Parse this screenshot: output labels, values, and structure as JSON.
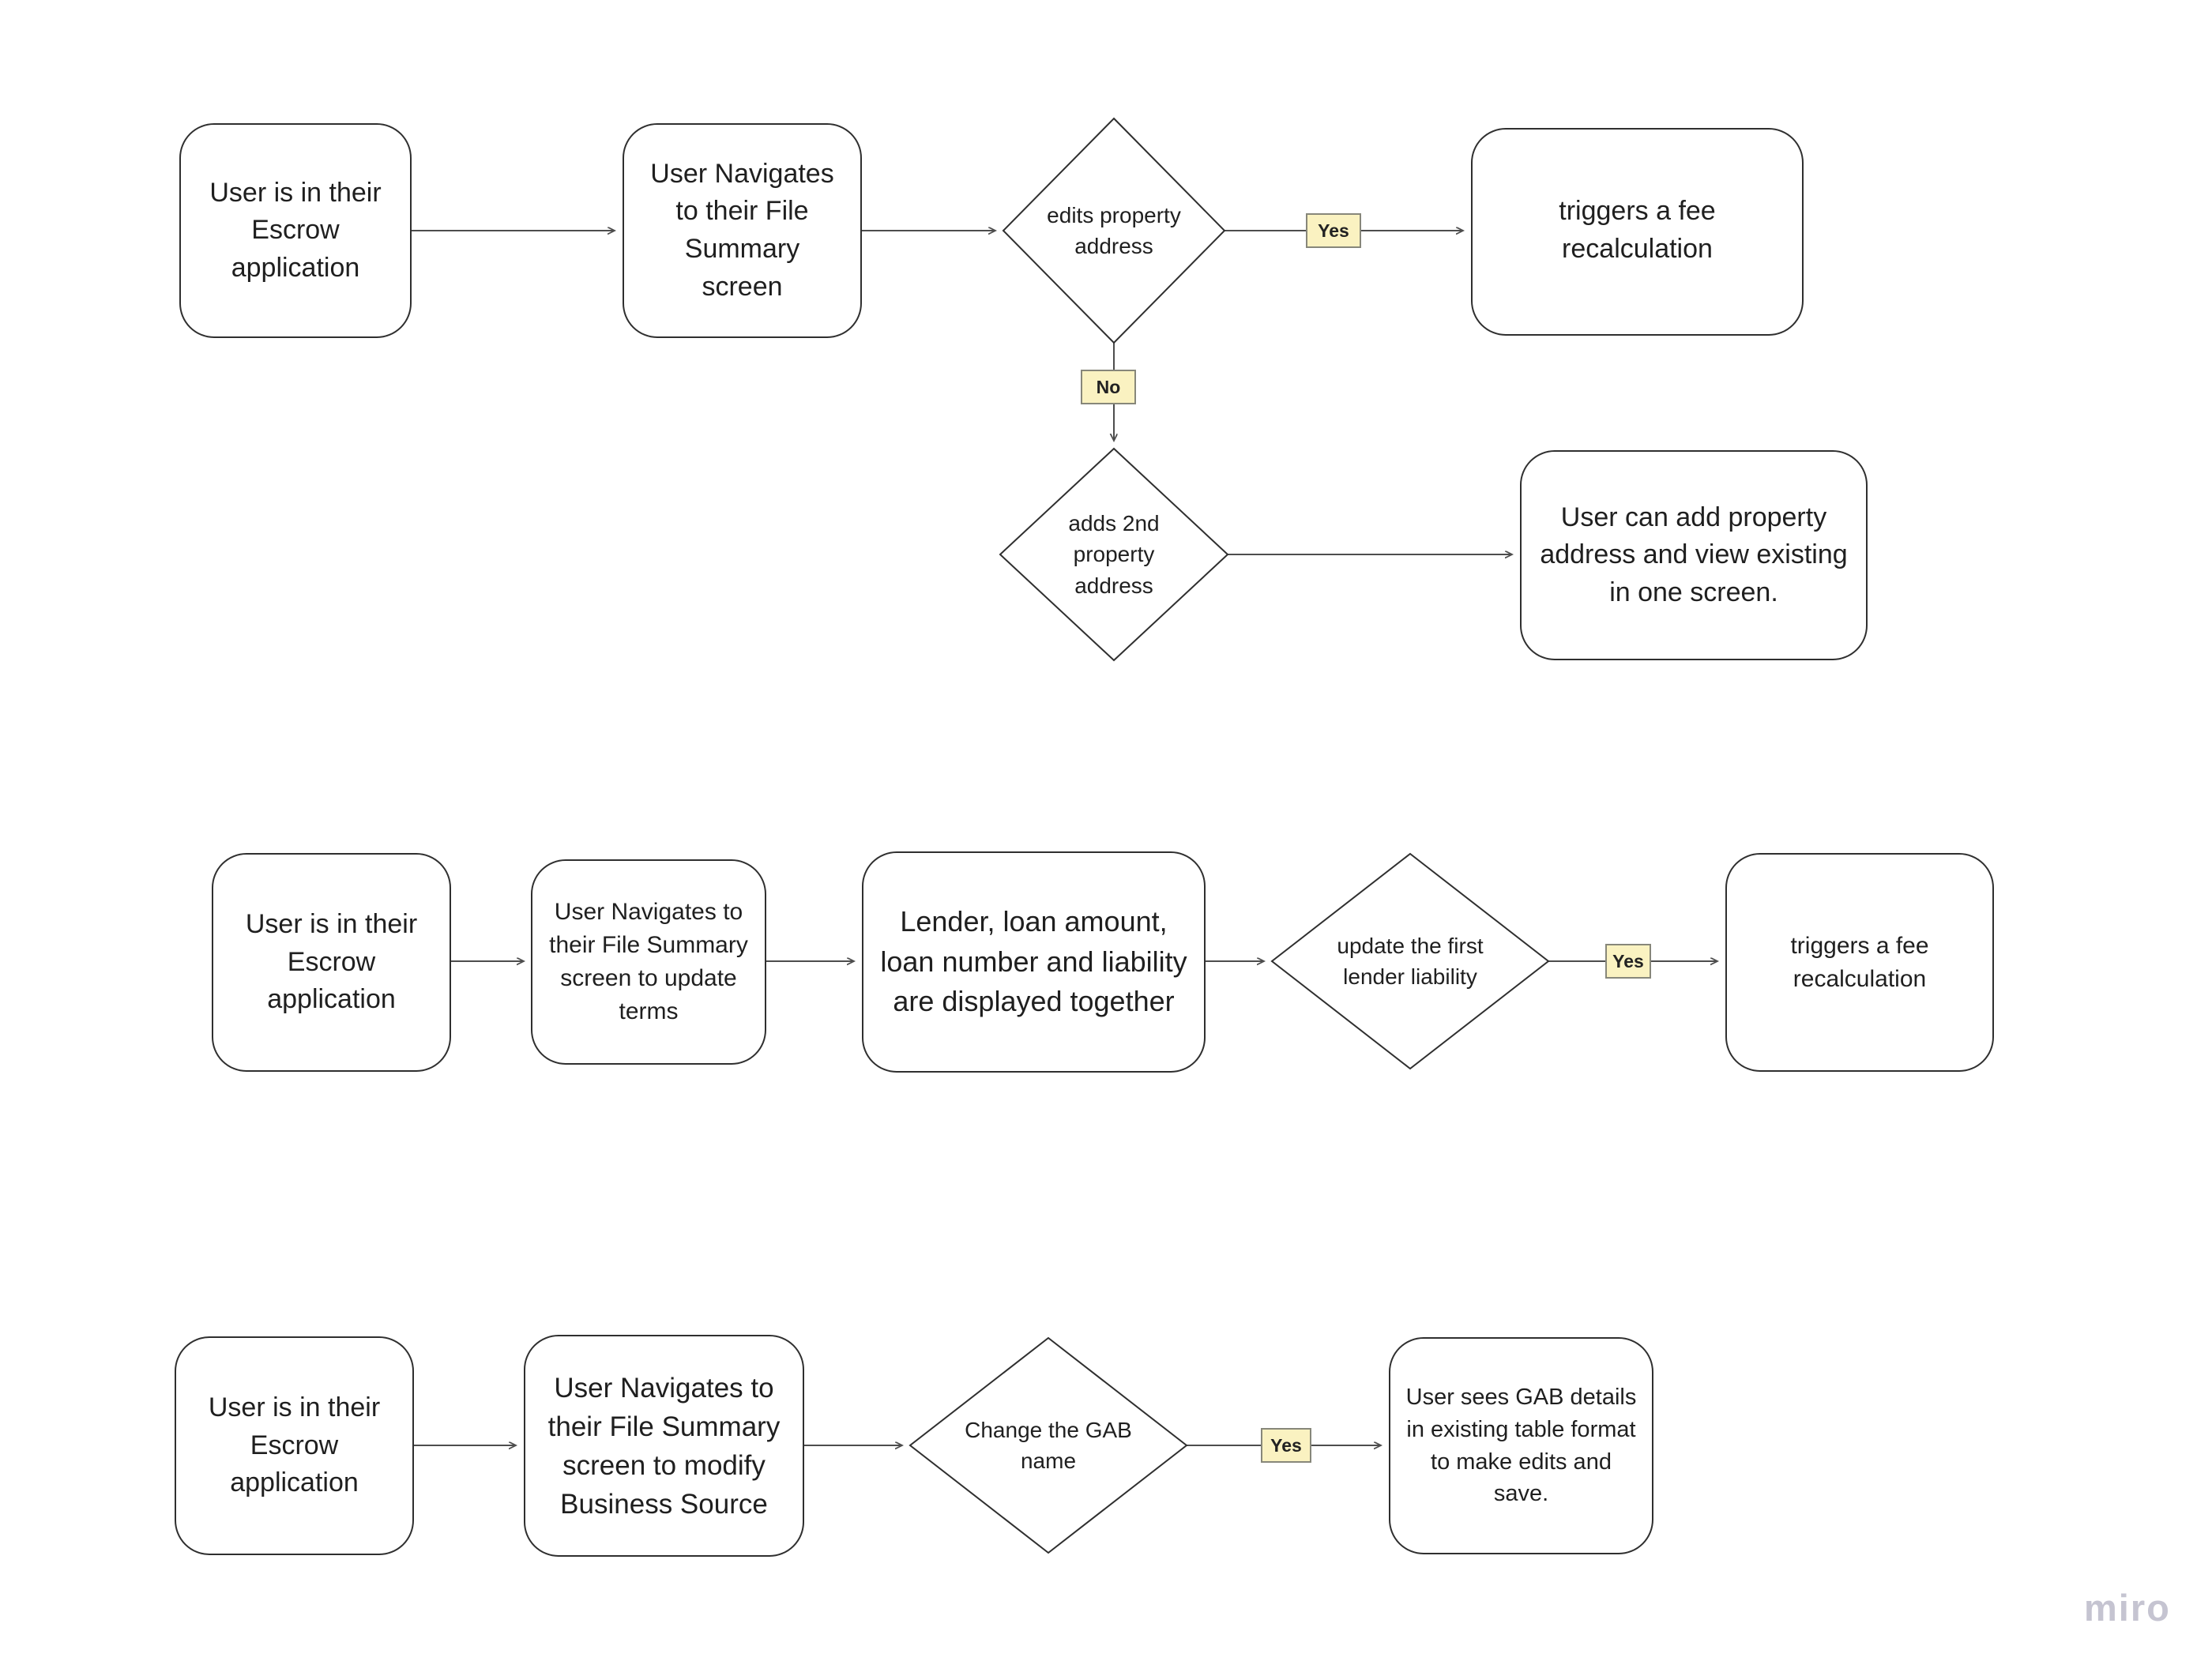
{
  "watermark": "miro",
  "colors": {
    "background": "#ffffff",
    "shape_fill": "#ffffff",
    "shape_border": "#2f2f2f",
    "connector": "#4d4d4d",
    "decision_label_fill": "#faf2c1",
    "decision_label_border": "#87877a",
    "text": "#1f1f1f",
    "watermark_color": "#c5c4d1"
  },
  "flows": [
    {
      "name": "edit-property-address-flow",
      "nodes": {
        "start": "User is in their Escrow application",
        "navigate": "User Navigates to their File Summary screen",
        "decision_edit": "edits property address",
        "yes_label": "Yes",
        "outcome_yes": "triggers a fee recalculation",
        "no_label": "No",
        "decision_add": "adds 2nd property address",
        "outcome_add": "User can add property address and view existing in one screen."
      }
    },
    {
      "name": "update-terms-flow",
      "nodes": {
        "start": "User is in their Escrow application",
        "navigate": "User Navigates to their File Summary screen to update terms",
        "display": "Lender, loan amount, loan number and liability are displayed together",
        "decision": "update the first lender liability",
        "yes_label": "Yes",
        "outcome": "triggers a fee recalculation"
      }
    },
    {
      "name": "modify-business-source-flow",
      "nodes": {
        "start": "User is in their Escrow application",
        "navigate": "User Navigates to their File Summary screen to modify Business Source",
        "decision": "Change the GAB name",
        "yes_label": "Yes",
        "outcome": "User sees GAB details in existing table format to make edits and save."
      }
    }
  ]
}
